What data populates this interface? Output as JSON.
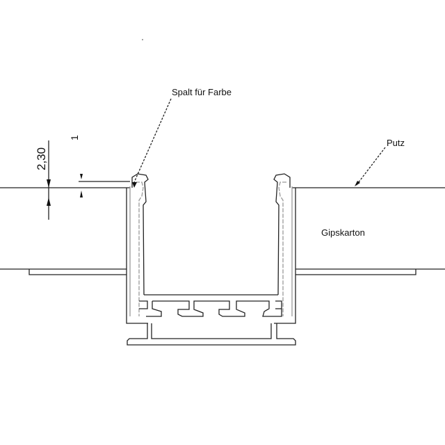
{
  "labels": {
    "gap": "Spalt für Farbe",
    "plaster": "Putz",
    "drywall": "Gipskarton"
  },
  "dimensions": {
    "height": "2,30",
    "gap": "1"
  }
}
